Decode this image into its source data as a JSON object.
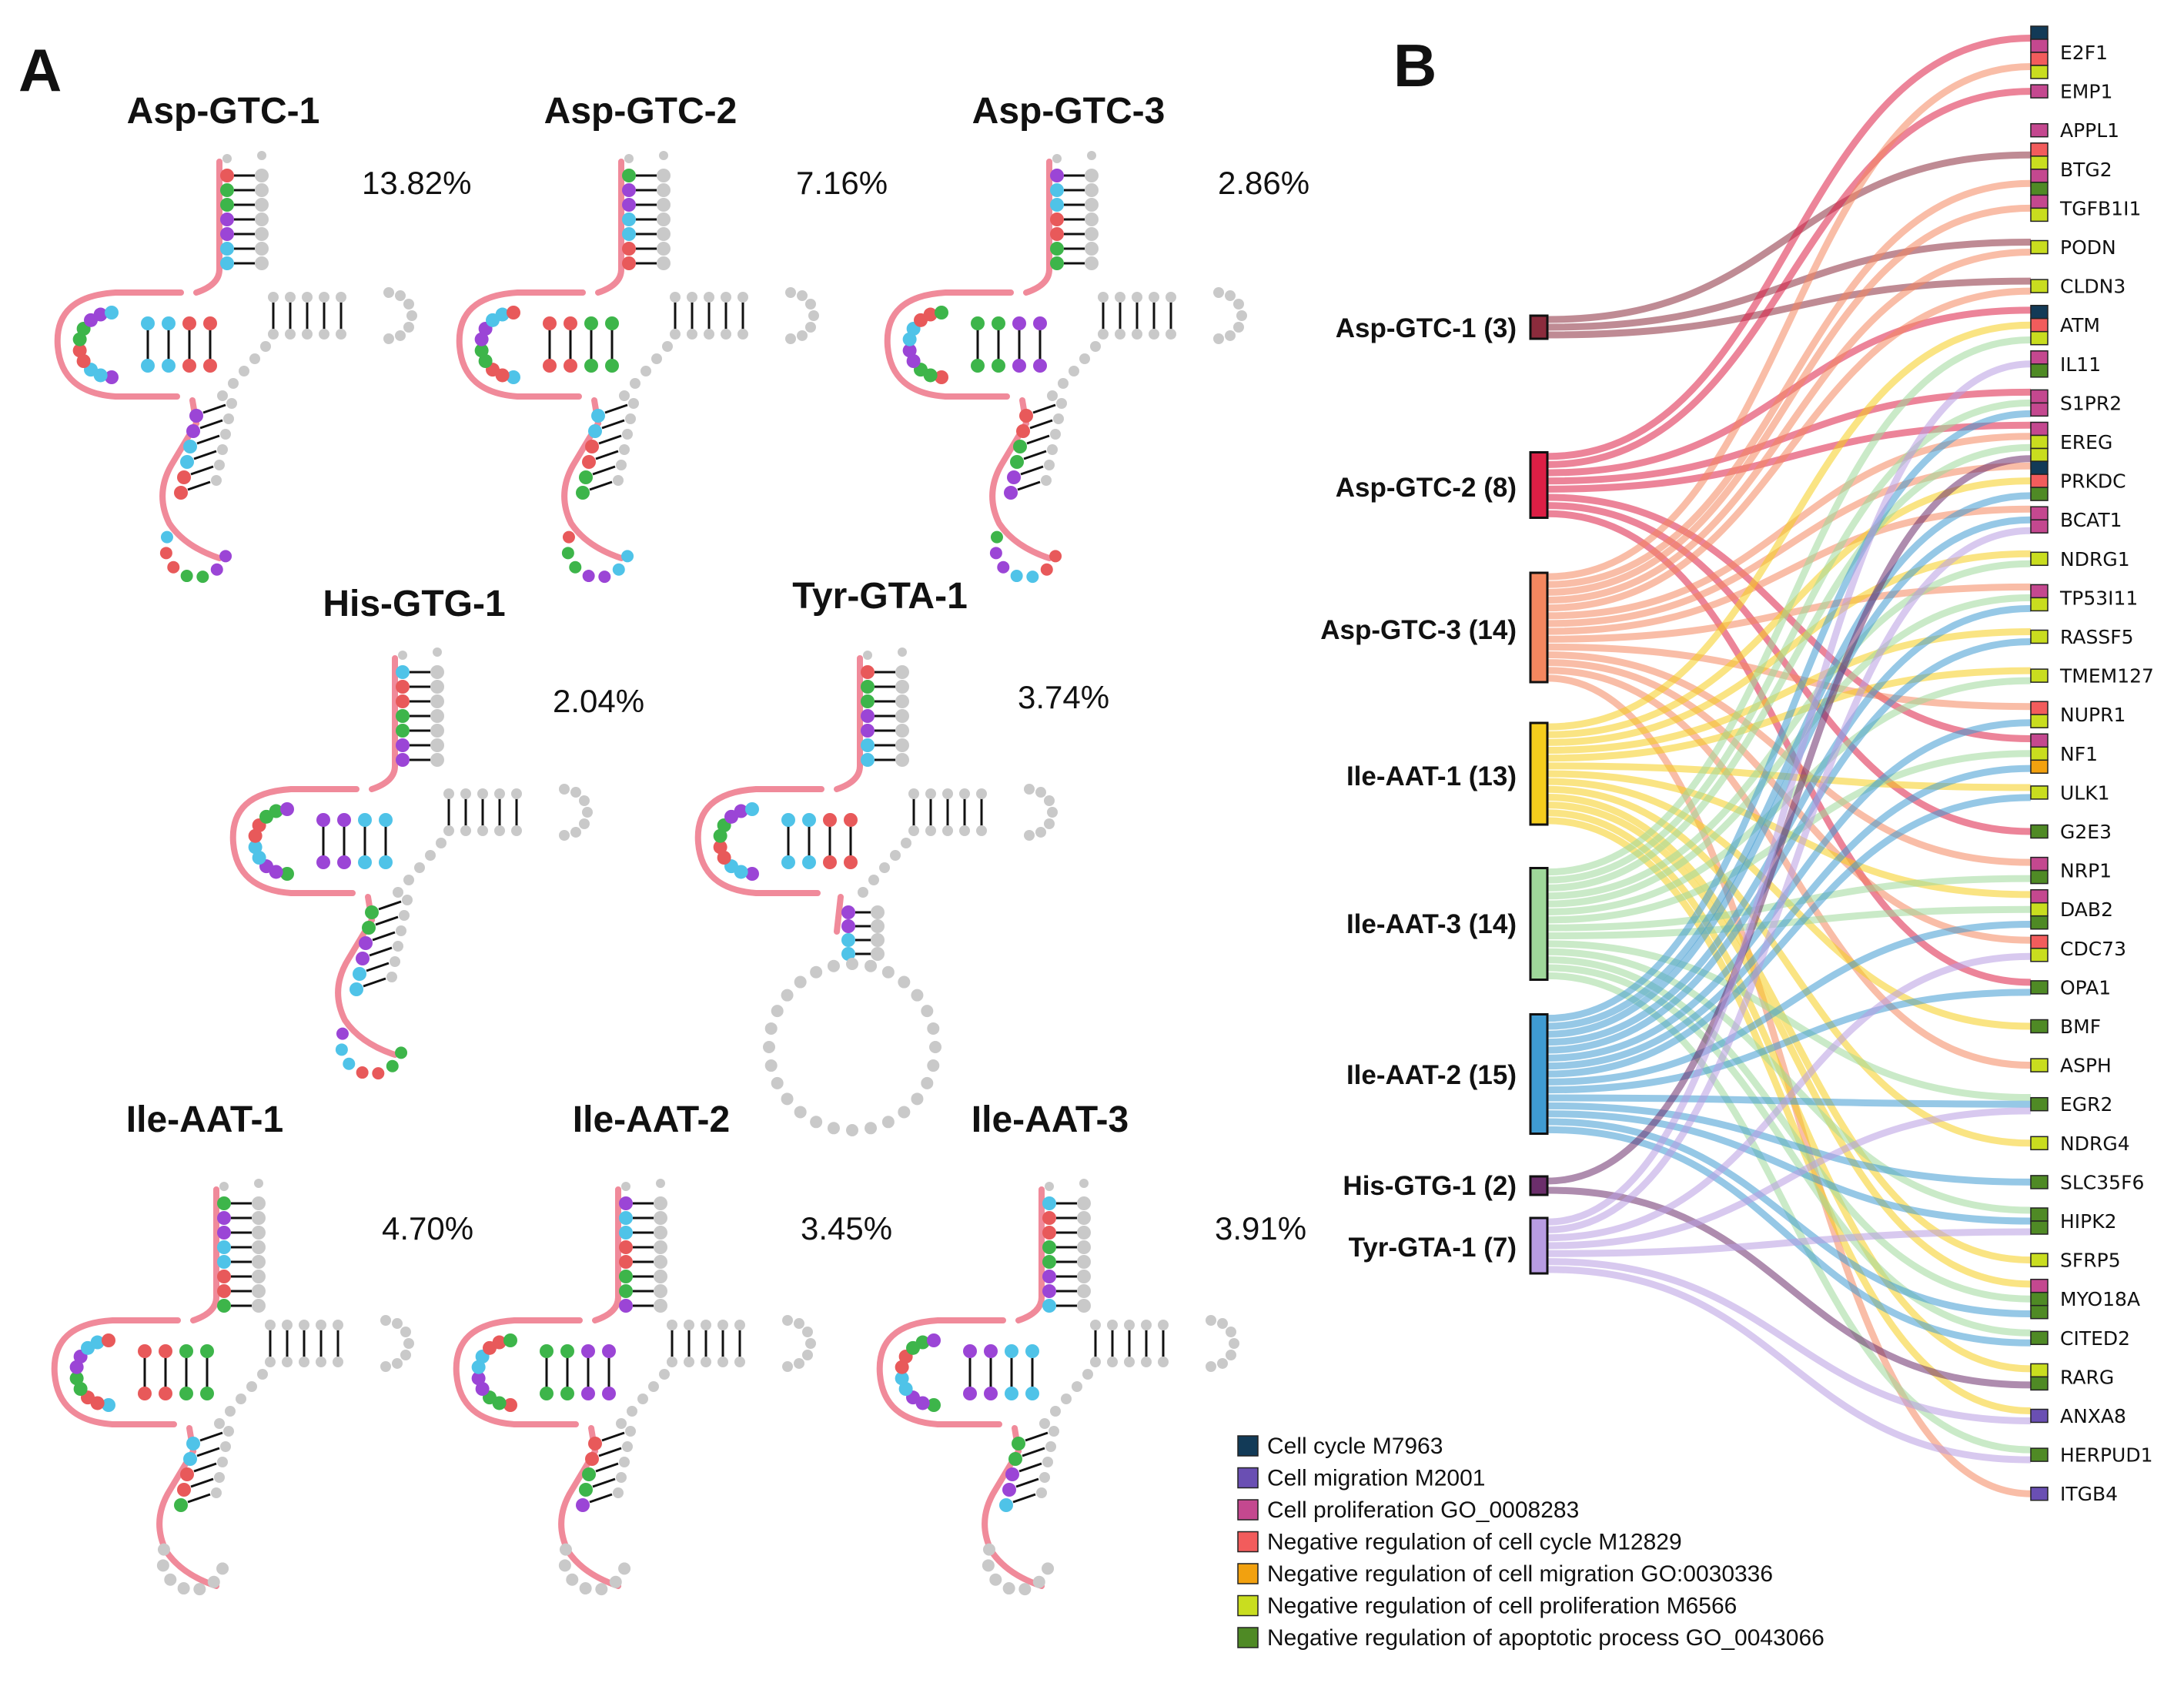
{
  "panels": {
    "a": "A",
    "b": "B"
  },
  "trna_structures": [
    {
      "name": "Asp-GTC-1",
      "percent": "13.82%",
      "type": "long"
    },
    {
      "name": "Asp-GTC-2",
      "percent": "7.16%",
      "type": "long"
    },
    {
      "name": "Asp-GTC-3",
      "percent": "2.86%",
      "type": "long"
    },
    {
      "name": "His-GTG-1",
      "percent": "2.04%",
      "type": "long"
    },
    {
      "name": "Tyr-GTA-1",
      "percent": "3.74%",
      "type": "loop"
    },
    {
      "name": "Ile-AAT-1",
      "percent": "4.70%",
      "type": "short"
    },
    {
      "name": "Ile-AAT-2",
      "percent": "3.45%",
      "type": "short"
    },
    {
      "name": "Ile-AAT-3",
      "percent": "3.91%",
      "type": "short"
    }
  ],
  "nucleotide_colors": {
    "red": "#e8595a",
    "cyan": "#4fc3e8",
    "purple": "#9b45d6",
    "green": "#3db54a",
    "grey": "#c9c9c9",
    "backbone": "#f08a9a"
  },
  "sankey": {
    "sources": [
      {
        "label": "Asp-GTC-1 (3)",
        "color": "#8b2b3c",
        "count": 3
      },
      {
        "label": "Asp-GTC-2 (8)",
        "color": "#dc1f45",
        "count": 8
      },
      {
        "label": "Asp-GTC-3 (14)",
        "color": "#f4875f",
        "count": 14
      },
      {
        "label": "Ile-AAT-1 (13)",
        "color": "#f5cd1d",
        "count": 13
      },
      {
        "label": "Ile-AAT-3 (14)",
        "color": "#9fd89a",
        "count": 14
      },
      {
        "label": "Ile-AAT-2 (15)",
        "color": "#3f9bd2",
        "count": 15
      },
      {
        "label": "His-GTG-1 (2)",
        "color": "#6b2e6b",
        "count": 2
      },
      {
        "label": "Tyr-GTA-1 (7)",
        "color": "#b89ce2",
        "count": 7
      }
    ],
    "targets": [
      {
        "gene": "E2F1",
        "cats": [
          0,
          2,
          3,
          5
        ]
      },
      {
        "gene": "EMP1",
        "cats": [
          2
        ]
      },
      {
        "gene": "APPL1",
        "cats": [
          2
        ]
      },
      {
        "gene": "BTG2",
        "cats": [
          3,
          5,
          2,
          6
        ]
      },
      {
        "gene": "TGFB1I1",
        "cats": [
          2,
          5
        ]
      },
      {
        "gene": "PODN",
        "cats": [
          5
        ]
      },
      {
        "gene": "CLDN3",
        "cats": [
          5
        ]
      },
      {
        "gene": "ATM",
        "cats": [
          0,
          3,
          5
        ]
      },
      {
        "gene": "IL11",
        "cats": [
          2,
          6
        ]
      },
      {
        "gene": "S1PR2",
        "cats": [
          2,
          2
        ]
      },
      {
        "gene": "EREG",
        "cats": [
          2,
          5,
          5
        ]
      },
      {
        "gene": "PRKDC",
        "cats": [
          0,
          3,
          6
        ]
      },
      {
        "gene": "BCAT1",
        "cats": [
          2,
          2
        ]
      },
      {
        "gene": "NDRG1",
        "cats": [
          5
        ]
      },
      {
        "gene": "TP53I11",
        "cats": [
          2,
          5
        ]
      },
      {
        "gene": "RASSF5",
        "cats": [
          5
        ]
      },
      {
        "gene": "TMEM127",
        "cats": [
          5
        ]
      },
      {
        "gene": "NUPR1",
        "cats": [
          3,
          5
        ]
      },
      {
        "gene": "NF1",
        "cats": [
          2,
          5,
          4
        ]
      },
      {
        "gene": "ULK1",
        "cats": [
          5
        ]
      },
      {
        "gene": "G2E3",
        "cats": [
          6
        ]
      },
      {
        "gene": "NRP1",
        "cats": [
          2,
          6
        ]
      },
      {
        "gene": "DAB2",
        "cats": [
          2,
          5,
          6
        ]
      },
      {
        "gene": "CDC73",
        "cats": [
          3,
          5
        ]
      },
      {
        "gene": "OPA1",
        "cats": [
          6
        ]
      },
      {
        "gene": "BMF",
        "cats": [
          6
        ]
      },
      {
        "gene": "ASPH",
        "cats": [
          5
        ]
      },
      {
        "gene": "EGR2",
        "cats": [
          6
        ]
      },
      {
        "gene": "NDRG4",
        "cats": [
          5
        ]
      },
      {
        "gene": "SLC35F6",
        "cats": [
          6
        ]
      },
      {
        "gene": "HIPK2",
        "cats": [
          6,
          6
        ]
      },
      {
        "gene": "SFRP5",
        "cats": [
          5
        ]
      },
      {
        "gene": "MYO18A",
        "cats": [
          2,
          6,
          6
        ]
      },
      {
        "gene": "CITED2",
        "cats": [
          6
        ]
      },
      {
        "gene": "RARG",
        "cats": [
          5,
          6
        ]
      },
      {
        "gene": "ANXA8",
        "cats": [
          1
        ]
      },
      {
        "gene": "HERPUD1",
        "cats": [
          6
        ]
      },
      {
        "gene": "ITGB4",
        "cats": [
          1
        ]
      }
    ],
    "links": [
      [
        0,
        3
      ],
      [
        0,
        5
      ],
      [
        0,
        6
      ],
      [
        1,
        0
      ],
      [
        1,
        1
      ],
      [
        1,
        7
      ],
      [
        1,
        9
      ],
      [
        1,
        10
      ],
      [
        1,
        18
      ],
      [
        1,
        20
      ],
      [
        1,
        24
      ],
      [
        2,
        0
      ],
      [
        2,
        3
      ],
      [
        2,
        4
      ],
      [
        2,
        5
      ],
      [
        2,
        6
      ],
      [
        2,
        10
      ],
      [
        2,
        11
      ],
      [
        2,
        12
      ],
      [
        2,
        14
      ],
      [
        2,
        17
      ],
      [
        2,
        21
      ],
      [
        2,
        23
      ],
      [
        2,
        26
      ],
      [
        2,
        37
      ],
      [
        3,
        7
      ],
      [
        3,
        11
      ],
      [
        3,
        13
      ],
      [
        3,
        15
      ],
      [
        3,
        16
      ],
      [
        3,
        19
      ],
      [
        3,
        22
      ],
      [
        3,
        25
      ],
      [
        3,
        28
      ],
      [
        3,
        31
      ],
      [
        3,
        32
      ],
      [
        3,
        34
      ],
      [
        3,
        35
      ],
      [
        4,
        7
      ],
      [
        4,
        9
      ],
      [
        4,
        10
      ],
      [
        4,
        13
      ],
      [
        4,
        14
      ],
      [
        4,
        16
      ],
      [
        4,
        18
      ],
      [
        4,
        21
      ],
      [
        4,
        22
      ],
      [
        4,
        27
      ],
      [
        4,
        30
      ],
      [
        4,
        32
      ],
      [
        4,
        33
      ],
      [
        4,
        36
      ],
      [
        5,
        9
      ],
      [
        5,
        11
      ],
      [
        5,
        12
      ],
      [
        5,
        14
      ],
      [
        5,
        15
      ],
      [
        5,
        17
      ],
      [
        5,
        18
      ],
      [
        5,
        19
      ],
      [
        5,
        22
      ],
      [
        5,
        24
      ],
      [
        5,
        27
      ],
      [
        5,
        29
      ],
      [
        5,
        30
      ],
      [
        5,
        32
      ],
      [
        5,
        33
      ],
      [
        6,
        10
      ],
      [
        6,
        34
      ],
      [
        7,
        8
      ],
      [
        7,
        12
      ],
      [
        7,
        23
      ],
      [
        7,
        27
      ],
      [
        7,
        30
      ],
      [
        7,
        35
      ],
      [
        7,
        36
      ]
    ]
  },
  "legend": [
    {
      "label": "Cell cycle M7963",
      "color": "#123a57"
    },
    {
      "label": "Cell migration M2001",
      "color": "#6a4fb3"
    },
    {
      "label": "Cell proliferation GO_0008283",
      "color": "#c4488f"
    },
    {
      "label": "Negative regulation of cell cycle M12829",
      "color": "#f25c5c"
    },
    {
      "label": "Negative regulation of cell migration GO:0030336",
      "color": "#f2a10f"
    },
    {
      "label": "Negative regulation of cell proliferation M6566",
      "color": "#c9dd1f"
    },
    {
      "label": "Negative regulation of apoptotic process GO_0043066",
      "color": "#4f8a25"
    }
  ]
}
